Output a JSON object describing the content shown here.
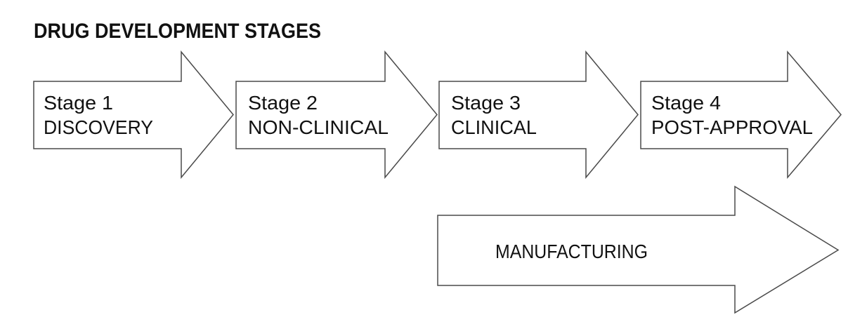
{
  "title": "DRUG DEVELOPMENT STAGES",
  "colors": {
    "background": "#ffffff",
    "arrow_fill": "#ffffff",
    "arrow_outline": "#4a4a4a",
    "text": "#111111"
  },
  "stages": [
    {
      "stage_label": "Stage 1",
      "name": "DISCOVERY"
    },
    {
      "stage_label": "Stage 2",
      "name": "NON-CLINICAL"
    },
    {
      "stage_label": "Stage 3",
      "name": "CLINICAL"
    },
    {
      "stage_label": "Stage 4",
      "name": "POST-APPROVAL"
    }
  ],
  "parallel_process": {
    "name": "MANUFACTURING"
  }
}
